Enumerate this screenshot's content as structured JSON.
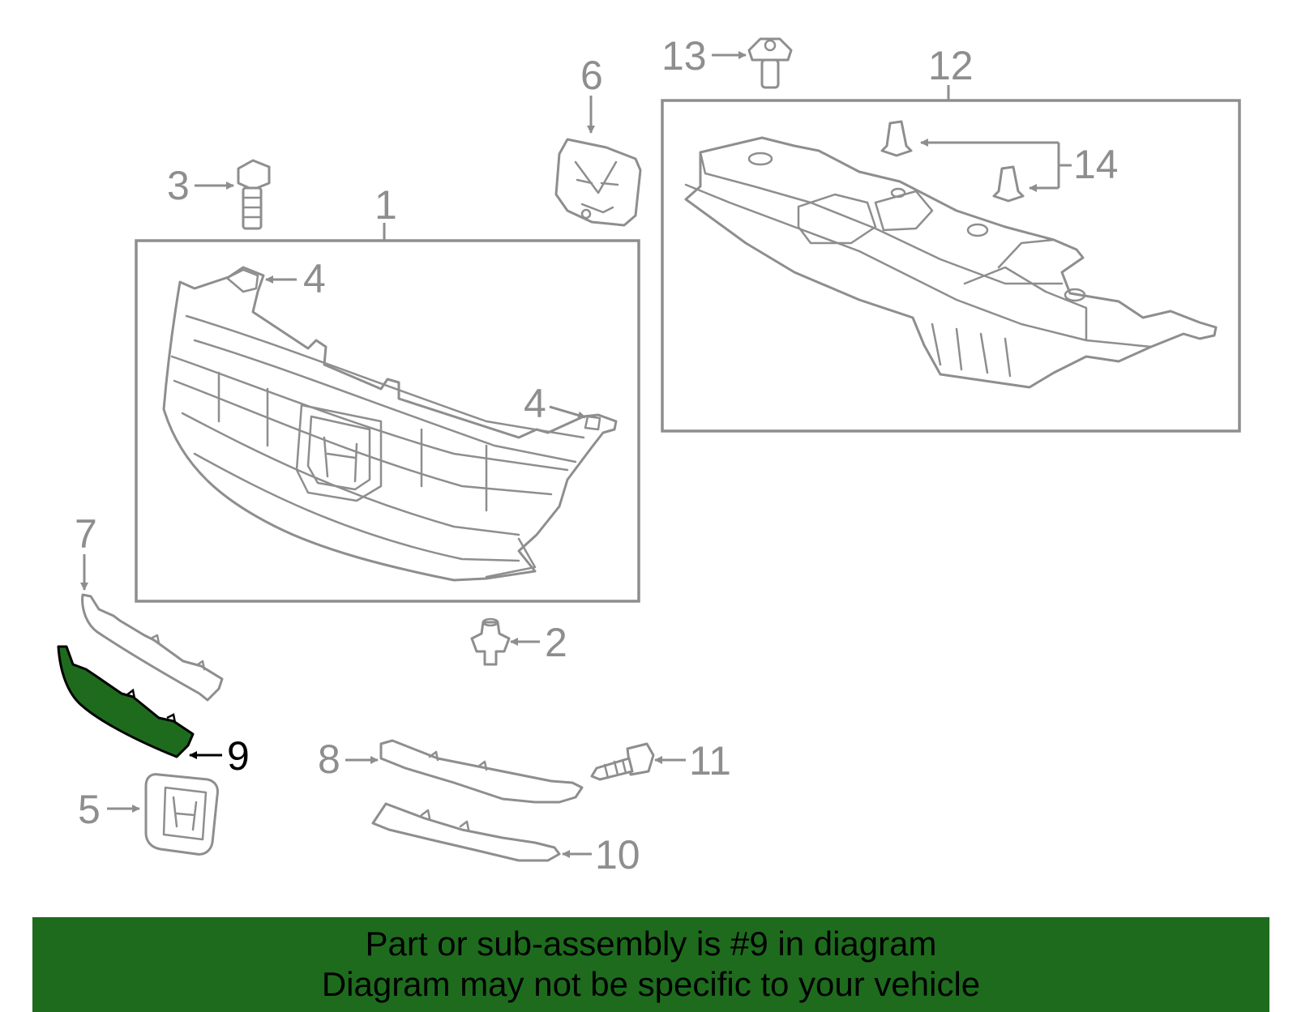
{
  "callouts": {
    "c1": "1",
    "c2": "2",
    "c3": "3",
    "c4a": "4",
    "c4b": "4",
    "c5": "5",
    "c6": "6",
    "c7": "7",
    "c8": "8",
    "c9": "9",
    "c10": "10",
    "c11": "11",
    "c12": "12",
    "c13": "13",
    "c14": "14"
  },
  "highlighted_part": "9",
  "banner": {
    "line1": "Part or sub-assembly is #9 in diagram",
    "line2": "Diagram may not be specific to your vehicle"
  },
  "colors": {
    "highlight": "#1e6b1e",
    "line_art": "#8e8e8e"
  }
}
